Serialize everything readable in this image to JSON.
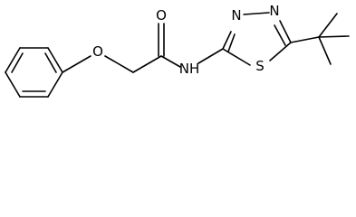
{
  "molecule": {
    "atoms": {
      "ether_oxygen": "O",
      "carbonyl_oxygen": "O",
      "amide_nitrogen": "NH",
      "ring_nitrogen_a": "N",
      "ring_nitrogen_b": "N",
      "ring_sulfur": "S"
    }
  },
  "colors": {
    "bond": "#000000",
    "label": "#000000",
    "background": "#ffffff"
  }
}
